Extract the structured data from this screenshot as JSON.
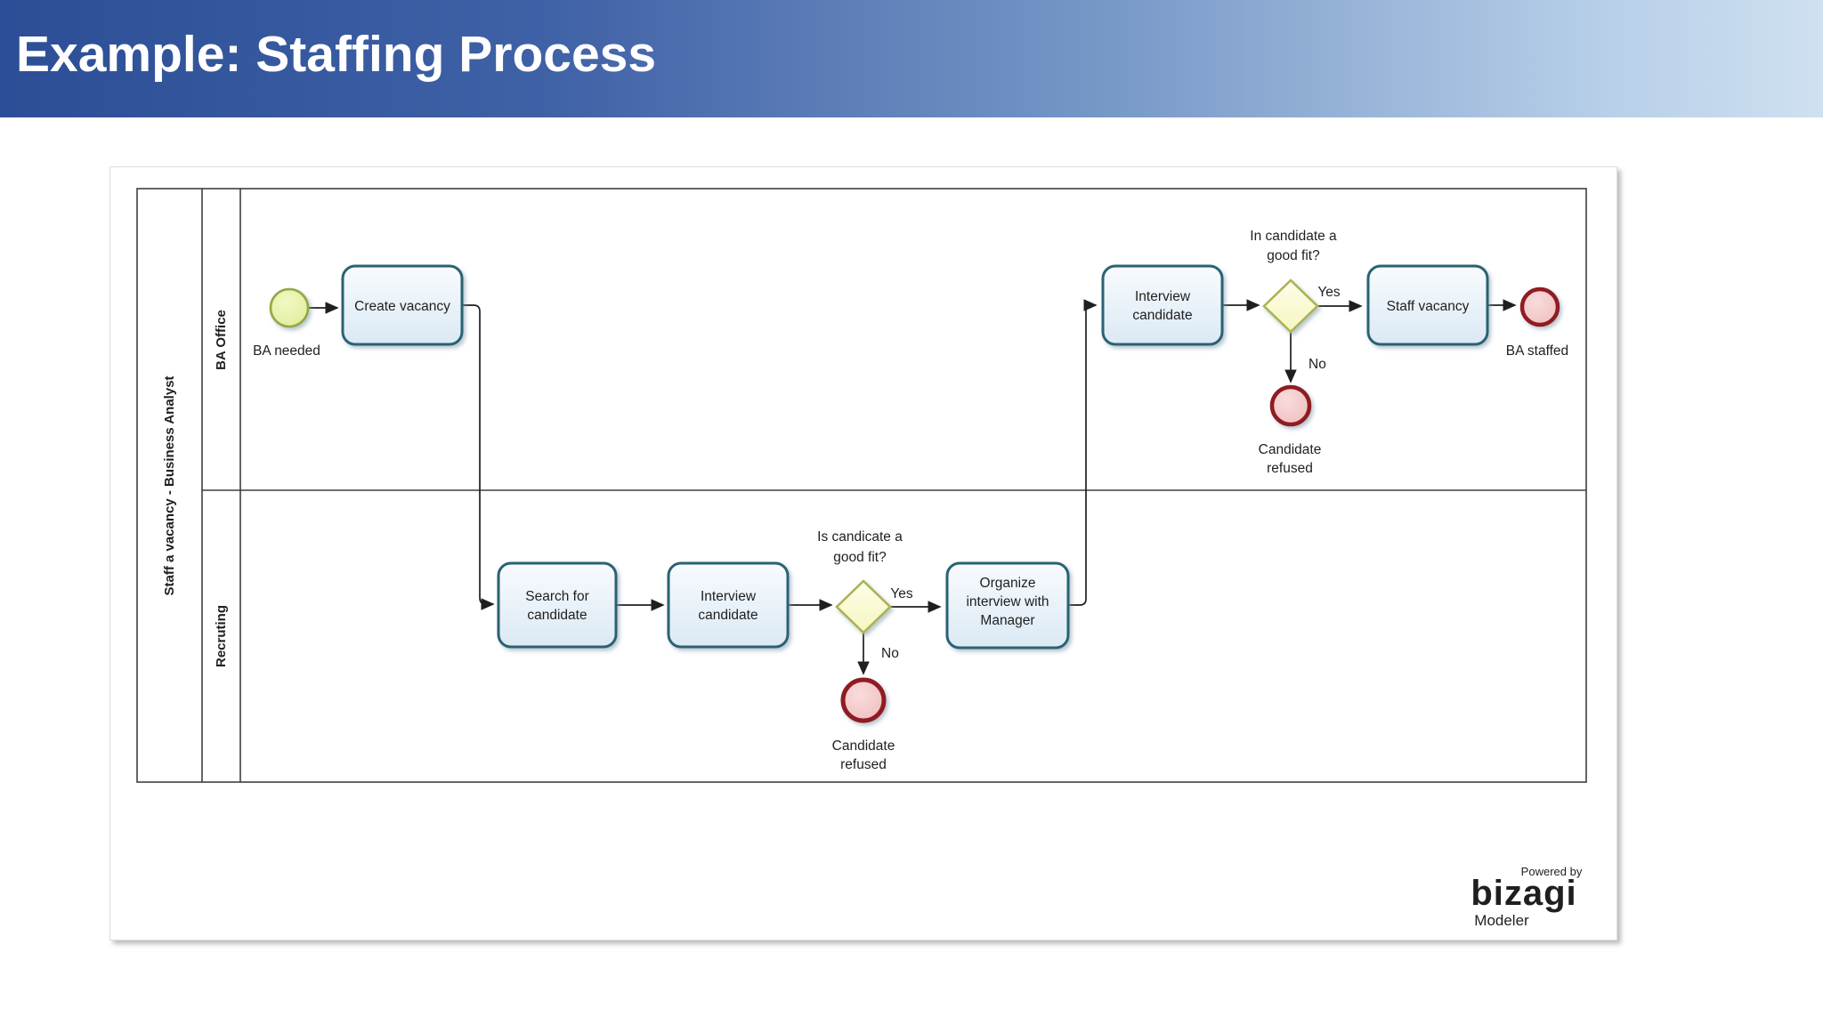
{
  "title_bar": {
    "title": "Example: Staffing Process"
  },
  "pool": {
    "label": "Staff a vacancy - Business Analyst",
    "lanes": {
      "ba_office": "BA Office",
      "recruiting": "Recruting"
    }
  },
  "events": {
    "start_label": "BA needed",
    "end_staffed_label": "BA staffed",
    "end_refused_line1": "Candidate",
    "end_refused_line2": "refused"
  },
  "tasks": {
    "create_vacancy": "Create vacancy",
    "search_line1": "Search for",
    "search_line2": "candidate",
    "interview_line1": "Interview",
    "interview_line2": "candidate",
    "organize_line1": "Organize",
    "organize_line2": "interview with",
    "organize_line3": "Manager",
    "staff_vacancy": "Staff vacancy"
  },
  "gateways": {
    "recruiting_question_line1": "Is candicate a",
    "recruiting_question_line2": "good fit?",
    "ba_question_line1": "In candidate a",
    "ba_question_line2": "good fit?"
  },
  "flow_labels": {
    "yes": "Yes",
    "no": "No"
  },
  "branding": {
    "powered_by": "Powered by",
    "brand": "bizagi",
    "product": "Modeler"
  },
  "colors": {
    "title_gradient_start": "#2c4e96",
    "title_gradient_end": "#cfe0f1",
    "task_border": "#2c6273",
    "start_event_border": "#92a943",
    "gateway_border": "#abb351",
    "end_event_border": "#8f1d20",
    "brand_color": "#ee8f80"
  }
}
